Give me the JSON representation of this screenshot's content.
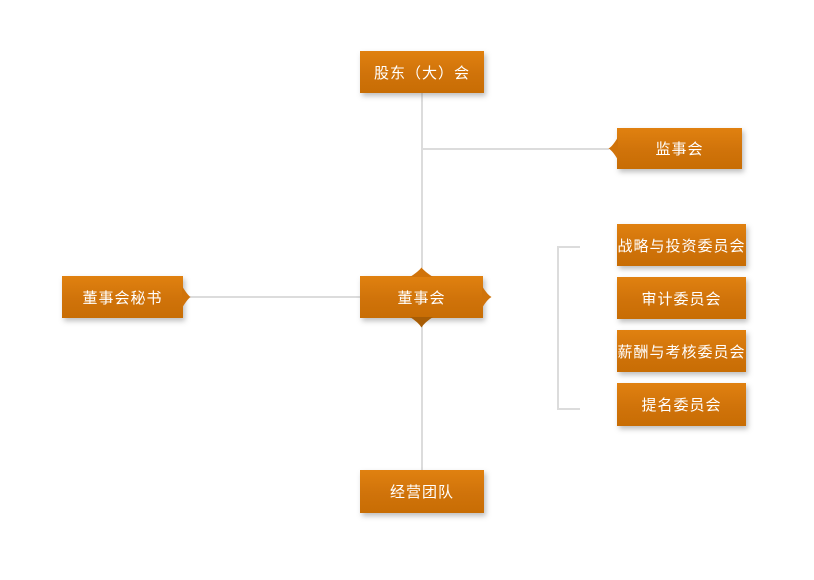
{
  "diagram": {
    "type": "org-chart"
  },
  "colors": {
    "box-top": "#e08110",
    "box-mid": "#d0730a",
    "box-bottom": "#c86d04",
    "box-dark": "#a85d05",
    "connector": "#dcdcdc",
    "label-text": "#ffffff",
    "canvas-bg": "#ffffff"
  },
  "nodes": {
    "shareholders": {
      "label": "股东（大）会"
    },
    "supervisory": {
      "label": "监事会"
    },
    "board_secretary": {
      "label": "董事会秘书"
    },
    "board": {
      "label": "董事会"
    },
    "committee_strategy": {
      "label": "战略与投资委员会"
    },
    "committee_audit": {
      "label": "审计委员会"
    },
    "committee_compensation": {
      "label": "薪酬与考核委员会"
    },
    "committee_nomination": {
      "label": "提名委员会"
    },
    "management": {
      "label": "经营团队"
    }
  }
}
